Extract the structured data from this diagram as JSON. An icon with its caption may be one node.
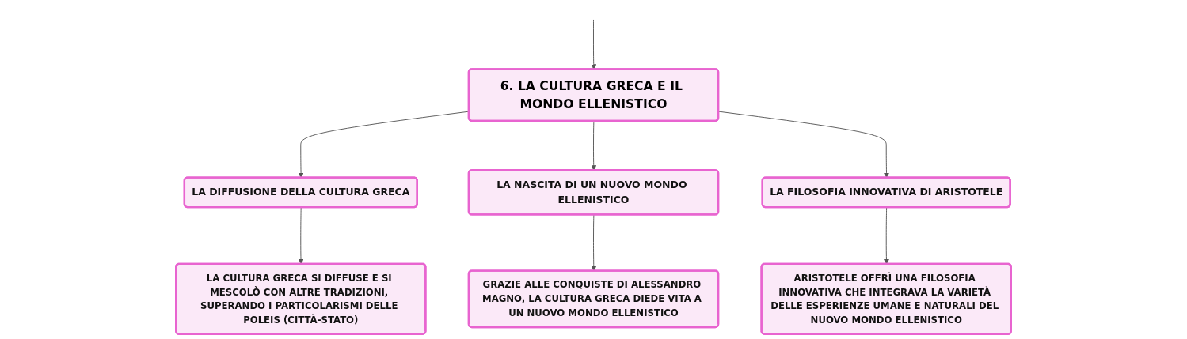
{
  "diagram": {
    "nodes": [
      {
        "text": [
          "6. LA CULTURA GRECA E IL MONDO ELLENISTICO"
        ]
      },
      {
        "text": [
          "LA DIFFUSIONE DELLA CULTURA GRECA"
        ]
      },
      {
        "text": [
          "LA NASCITA DI UN NUOVO MONDO ELLENISTICO"
        ]
      },
      {
        "text": [
          "LA FILOSOFIA INNOVATIVA DI ARISTOTELE"
        ]
      },
      {
        "text": [
          "LA CULTURA GRECA SI DIFFUSE E SI MESCOLÒ CON ALTRE TRADIZIONI, SUPERANDO I PARTICOLARISMI DELLE POLEIS (CITTÀ-STATO)"
        ]
      },
      {
        "text": [
          "GRAZIE ALLE CONQUISTE DI ALESSANDRO MAGNO, LA CULTURA GRECA DIEDE VITA A UN NUOVO MONDO ELLENISTICO"
        ]
      },
      {
        "text": [
          "ARISTOTELE OFFRÌ UNA FILOSOFIA INNOVATIVA CHE INTEGRAVA LA VARIETÀ DELLE ESPERIENZE UMANE E NATURALI DEL NUOVO MONDO ELLENISTICO"
        ]
      }
    ],
    "edges": [
      {
        "from": null,
        "to": 0,
        "arrow": "to"
      },
      {
        "from": 0,
        "to": 1,
        "arrow": "to"
      },
      {
        "from": 0,
        "to": 2,
        "arrow": "to"
      },
      {
        "from": 0,
        "to": 3,
        "arrow": "to"
      },
      {
        "from": 1,
        "to": 4,
        "arrow": "to"
      },
      {
        "from": 2,
        "to": 5,
        "arrow": "to"
      },
      {
        "from": 3,
        "to": 6,
        "arrow": "to"
      }
    ]
  }
}
